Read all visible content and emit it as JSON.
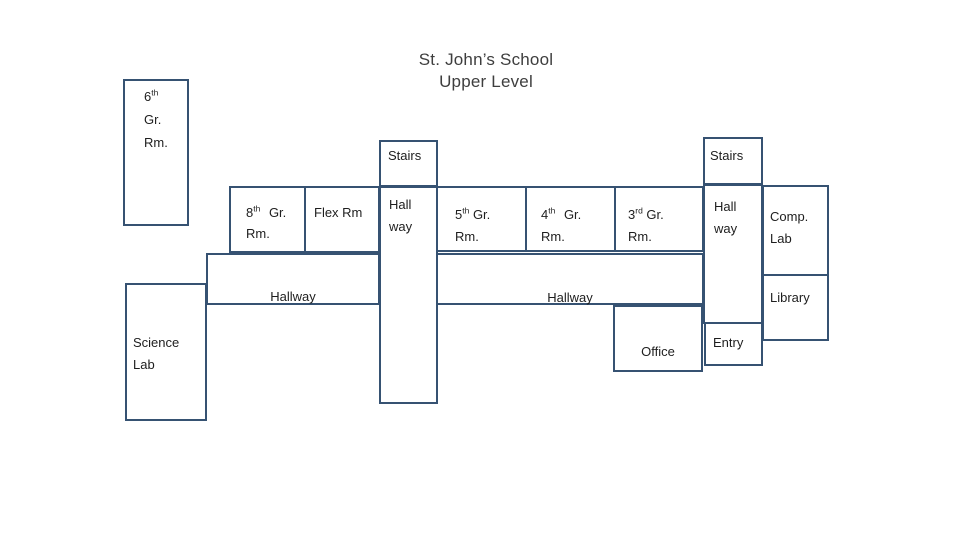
{
  "title": {
    "line1": "St. John’s School",
    "line2": "Upper Level"
  },
  "rooms": {
    "grade6": {
      "num": "6",
      "sup": "th",
      "line2": "Gr.",
      "line3": "Rm."
    },
    "grade8": {
      "num": "8",
      "sup": "th",
      "tail": " Gr.",
      "line2": "Rm."
    },
    "flex": {
      "label": "Flex Rm"
    },
    "stairs_left": {
      "label": "Stairs"
    },
    "hall_center": {
      "line1": "Hall",
      "line2": "way"
    },
    "grade5": {
      "num": "5",
      "sup": "th",
      "tail": " Gr.",
      "line2": "Rm."
    },
    "grade4": {
      "num": "4",
      "sup": "th",
      "tail": " Gr.",
      "line2": "Rm."
    },
    "grade3": {
      "num": "3",
      "sup": "rd",
      "tail": " Gr.",
      "line2": "Rm."
    },
    "stairs_right": {
      "label": "Stairs"
    },
    "hall_right": {
      "line1": "Hall",
      "line2": "way"
    },
    "comp_lab": {
      "line1": "Comp.",
      "line2": "Lab"
    },
    "library": {
      "label": "Library"
    },
    "hallway_left": {
      "label": "Hallway"
    },
    "hallway_right": {
      "label": "Hallway"
    },
    "science_lab": {
      "line1": "Science",
      "line2": "Lab"
    },
    "office": {
      "label": "Office"
    },
    "entry": {
      "label": "Entry"
    }
  },
  "colors": {
    "wall_border": "#365272",
    "room_text": "#1e1e1e",
    "title_text": "#3e3e3e",
    "background": "#ffffff"
  }
}
